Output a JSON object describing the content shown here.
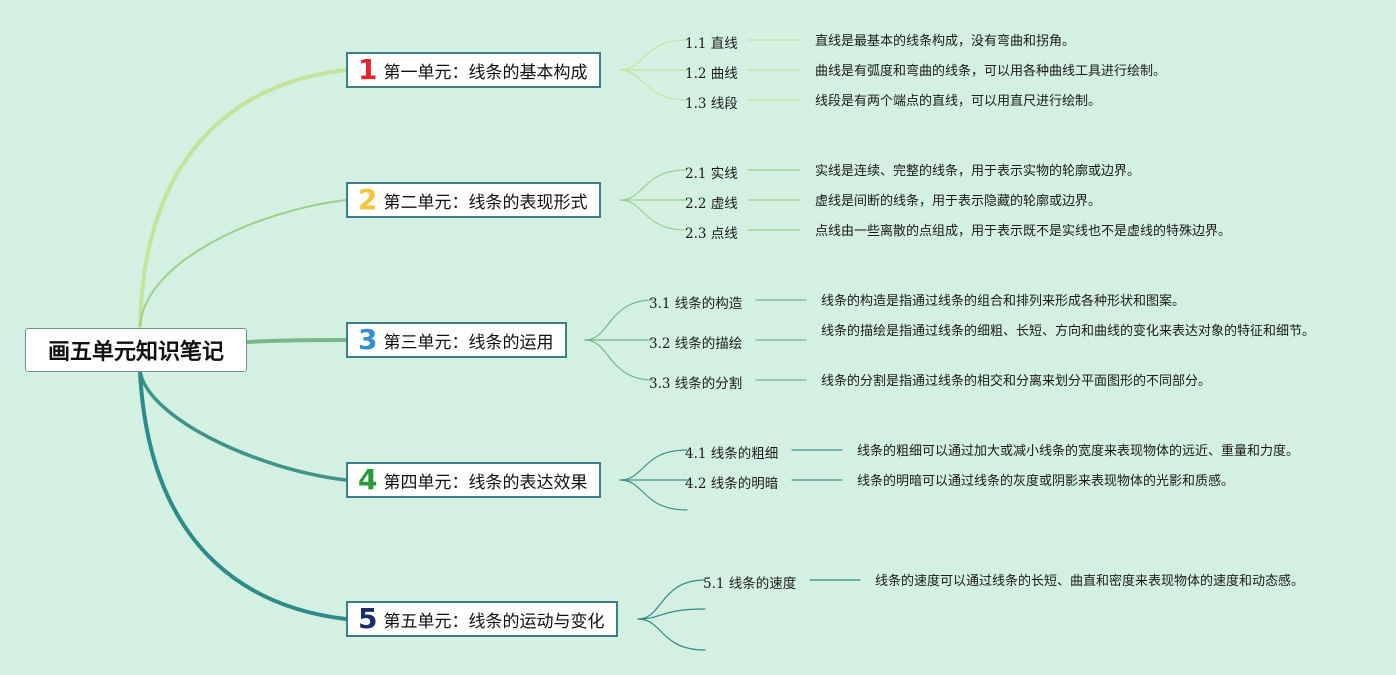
{
  "root": {
    "label": "画五单元知识笔记"
  },
  "units": [
    {
      "number": "1",
      "title": "第一单元：线条的基本构成",
      "color": "#e8232f",
      "branch_color": "#c5e39a",
      "topics": [
        {
          "label": "1.1 直线",
          "desc": "直线是最基本的线条构成，没有弯曲和拐角。"
        },
        {
          "label": "1.2 曲线",
          "desc": "曲线是有弧度和弯曲的线条，可以用各种曲线工具进行绘制。"
        },
        {
          "label": "1.3 线段",
          "desc": "线段是有两个端点的直线，可以用直尺进行绘制。"
        }
      ]
    },
    {
      "number": "2",
      "title": "第二单元：线条的表现形式",
      "color": "#f4c43a",
      "branch_color": "#9fd087",
      "topics": [
        {
          "label": "2.1 实线",
          "desc": "实线是连续、完整的线条，用于表示实物的轮廓或边界。"
        },
        {
          "label": "2.2 虚线",
          "desc": "虚线是间断的线条，用于表示隐藏的轮廓或边界。"
        },
        {
          "label": "2.3 点线",
          "desc": "点线由一些离散的点组成，用于表示既不是实线也不是虚线的特殊边界。"
        }
      ]
    },
    {
      "number": "3",
      "title": "第三单元：线条的运用",
      "color": "#2f8fd0",
      "branch_color": "#78b88a",
      "topics": [
        {
          "label": "3.1 线条的构造",
          "desc": "线条的构造是指通过线条的组合和排列来形成各种形状和图案。"
        },
        {
          "label": "3.2 线条的描绘",
          "desc": "线条的描绘是指通过线条的细粗、长短、方向和曲线的变化来表达对象的特征和细节。"
        },
        {
          "label": "3.3 线条的分割",
          "desc": "线条的分割是指通过线条的相交和分离来划分平面图形的不同部分。"
        }
      ]
    },
    {
      "number": "4",
      "title": "第四单元：线条的表达效果",
      "color": "#2a9a3c",
      "branch_color": "#3f9488",
      "topics": [
        {
          "label": "4.1 线条的粗细",
          "desc": "线条的粗细可以通过加大或减小线条的宽度来表现物体的远近、重量和力度。"
        },
        {
          "label": "4.2 线条的明暗",
          "desc": "线条的明暗可以通过线条的灰度或阴影来表现物体的光影和质感。"
        }
      ]
    },
    {
      "number": "5",
      "title": "第五单元：线条的运动与变化",
      "color": "#1c2a6e",
      "branch_color": "#2f8a8a",
      "topics": [
        {
          "label": "5.1 线条的速度",
          "desc": "线条的速度可以通过线条的长短、曲直和密度来表现物体的速度和动态感。"
        }
      ]
    }
  ]
}
